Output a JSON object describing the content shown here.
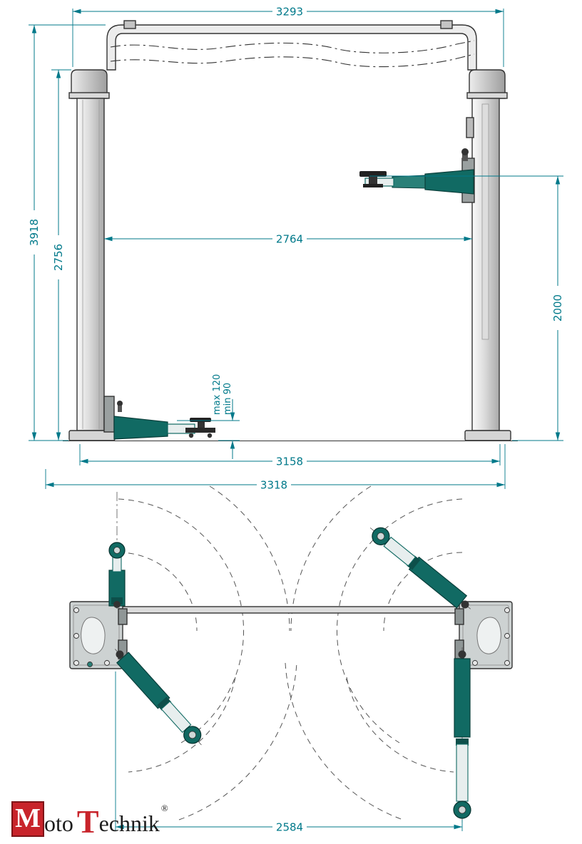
{
  "logo": {
    "m": "M",
    "oto": "oto",
    "t": "T",
    "echnik": "echnik",
    "registered": "®"
  },
  "front_view": {
    "dimensions": {
      "beam_width": "3293",
      "total_height": "3918",
      "column_height": "2756",
      "clear_width": "2764",
      "lift_height": "2000",
      "pad_height_max": "max 120",
      "pad_height_min": "min 90",
      "base_width": "3158",
      "overall_width": "3318"
    }
  },
  "plan_view": {
    "dimensions": {
      "arm_span": "2584"
    }
  },
  "colors": {
    "dimension_teal": "#00798a",
    "arm_teal": "#116a63",
    "logo_red": "#c8242b",
    "steel_gray": "#cdd2d2",
    "outline": "#333333"
  }
}
